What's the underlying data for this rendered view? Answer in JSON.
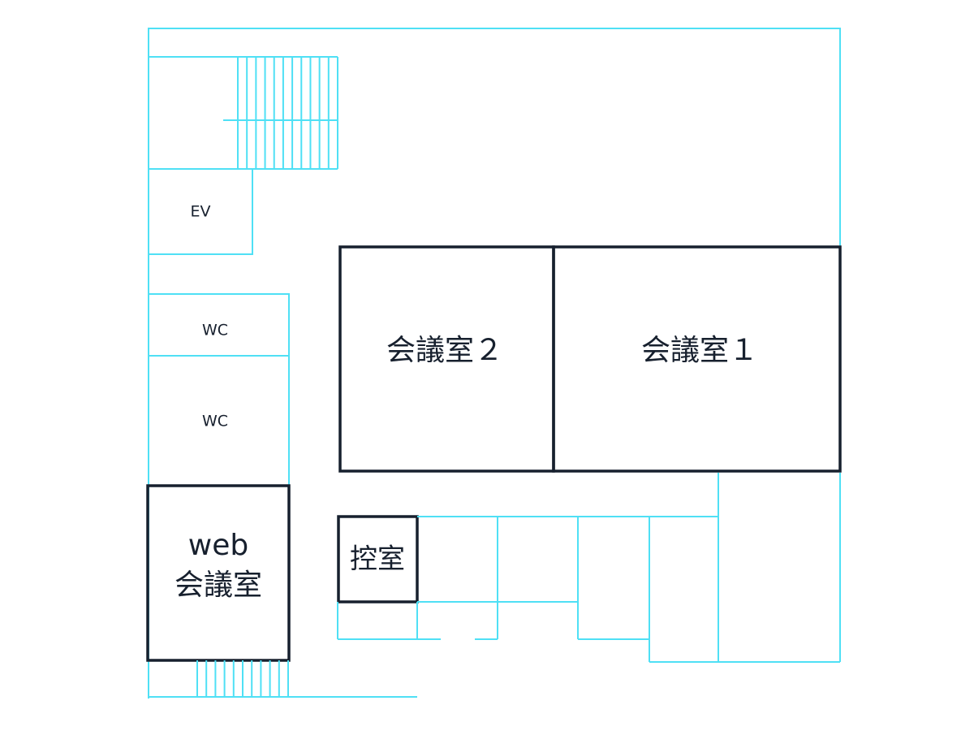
{
  "floor_plan": {
    "rooms": {
      "ev": "EV",
      "wc_upper": "WC",
      "wc_lower": "WC",
      "meeting_room_2": "会議室２",
      "meeting_room_1": "会議室１",
      "web_meeting_room_line1": "web",
      "web_meeting_room_line2": "会議室",
      "waiting_room": "控室"
    },
    "colors": {
      "wall": "#4fe0f5",
      "highlighted_room": "#17202e"
    }
  }
}
